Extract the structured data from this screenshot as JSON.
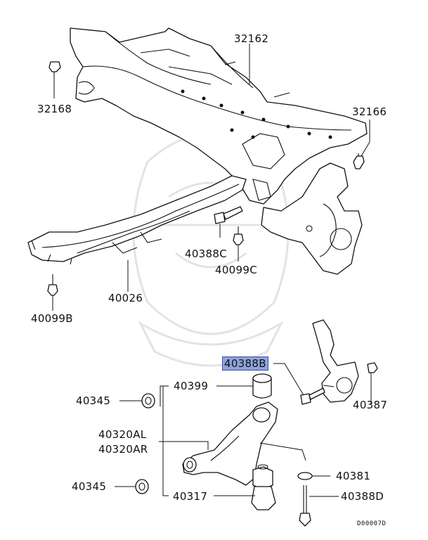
{
  "diagram": {
    "labels": {
      "p32162": "32162",
      "p32168": "32168",
      "p32166": "32166",
      "p40388C": "40388C",
      "p40099C": "40099C",
      "p40026": "40026",
      "p40099B": "40099B",
      "p40388B": "40388B",
      "p40399": "40399",
      "p40345a": "40345",
      "p40387": "40387",
      "p40320AL": "40320AL",
      "p40320AR": "40320AR",
      "p40381": "40381",
      "p40345b": "40345",
      "p40317": "40317",
      "p40388D": "40388D"
    },
    "highlighted_part": "40388B",
    "highlight_color": "#8ea3dc",
    "diagram_code": "D00007D"
  }
}
